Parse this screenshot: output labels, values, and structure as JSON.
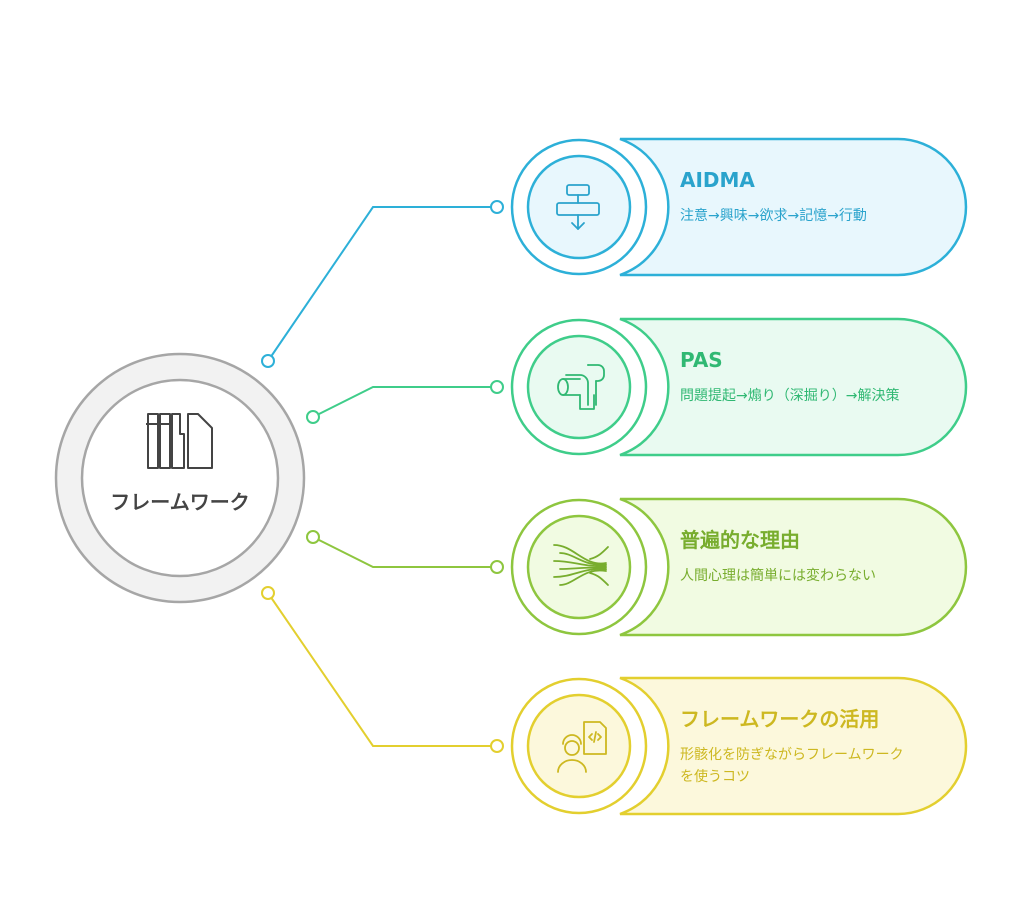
{
  "center": {
    "label": "フレームワーク",
    "icon": "library-books-icon"
  },
  "branches": [
    {
      "title": "AIDMA",
      "description": "注意→興味→欲求→記憶→行動",
      "icon": "flowchart-icon",
      "colors": {
        "stroke": "#2db0d8",
        "fill": "#e8f7fd",
        "text": "#2aa3cc"
      }
    },
    {
      "title": "PAS",
      "description": "問題提起→煽り（深掘り）→解決策",
      "icon": "pipe-flow-icon",
      "colors": {
        "stroke": "#3fcd8a",
        "fill": "#e9faf1",
        "text": "#30b873"
      }
    },
    {
      "title": "普遍的な理由",
      "description": "人間心理は簡単には変わらない",
      "icon": "converging-lines-icon",
      "colors": {
        "stroke": "#8ec63f",
        "fill": "#f1fbe2",
        "text": "#78ad2e"
      }
    },
    {
      "title": "フレームワークの活用",
      "description": "形骸化を防ぎながらフレームワークを使うコツ",
      "icon": "developer-code-icon",
      "colors": {
        "stroke": "#e3cf2f",
        "fill": "#fcf8dc",
        "text": "#cdb821"
      }
    }
  ]
}
